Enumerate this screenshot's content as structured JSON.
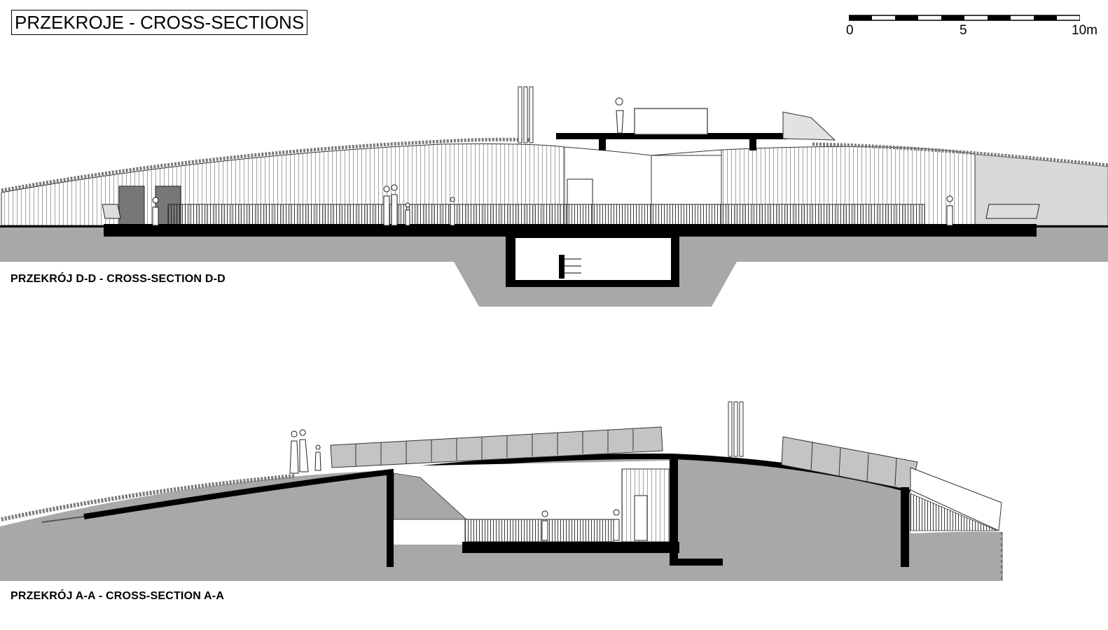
{
  "sheet": {
    "title": "PRZEKROJE - CROSS-SECTIONS"
  },
  "scale_bar": {
    "ticks": [
      "0",
      "5",
      "10m"
    ]
  },
  "sections": [
    {
      "label": "PRZEKRÓJ D-D - CROSS-SECTION D-D"
    },
    {
      "label": "PRZEKRÓJ A-A - CROSS-SECTION A-A"
    }
  ],
  "colors": {
    "ground": "#a8a8a8",
    "structure": "#000000",
    "glass": "#c4c4c4",
    "cladding_lines": "#8a8a8a",
    "vegetation": "#7a7a7a"
  }
}
